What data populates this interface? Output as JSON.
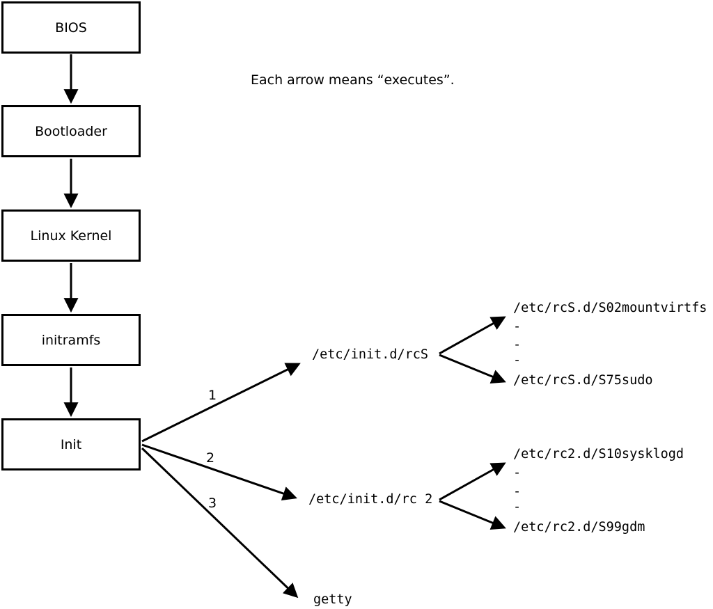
{
  "caption": "Each arrow means “executes”.",
  "boot_chain": [
    {
      "label": "BIOS"
    },
    {
      "label": "Bootloader"
    },
    {
      "label": "Linux Kernel"
    },
    {
      "label": "initramfs"
    },
    {
      "label": "Init"
    }
  ],
  "init_arrows": [
    {
      "order": "1",
      "target": "/etc/init.d/rcS"
    },
    {
      "order": "2",
      "target": "/etc/init.d/rc 2"
    },
    {
      "order": "3",
      "target": "getty"
    }
  ],
  "rcs_scripts": {
    "first": "/etc/rcS.d/S02mountvirtfs",
    "ellipsis": [
      "-",
      "-",
      "-"
    ],
    "last": "/etc/rcS.d/S75sudo"
  },
  "rc2_scripts": {
    "first": "/etc/rc2.d/S10sysklogd",
    "ellipsis": [
      "-",
      "-",
      "-"
    ],
    "last": "/etc/rc2.d/S99gdm"
  },
  "colors": {
    "ink": "#000000",
    "background": "#ffffff"
  }
}
